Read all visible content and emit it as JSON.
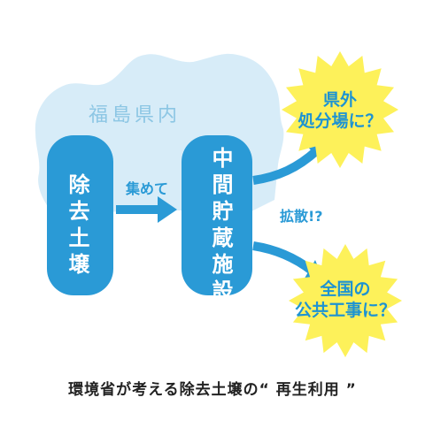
{
  "region": {
    "label": "福島県内"
  },
  "nodes": {
    "soil": {
      "label": "除去土壌"
    },
    "facility": {
      "label": "中間貯蔵施設"
    }
  },
  "edges": {
    "collect": {
      "label": "集めて"
    },
    "spread": {
      "label": "拡散!?"
    }
  },
  "destinations": {
    "outside": {
      "line1": "県外",
      "line2": "処分場に？"
    },
    "public": {
      "line1": "全国の",
      "line2": "公共工事に？"
    }
  },
  "caption": "環境省が考える除去土壌の“ 再生利用 ”",
  "colors": {
    "map": "#d7ecf8",
    "box": "#2a9ad6",
    "star": "#fdf15a",
    "text": "#1d93d2"
  }
}
